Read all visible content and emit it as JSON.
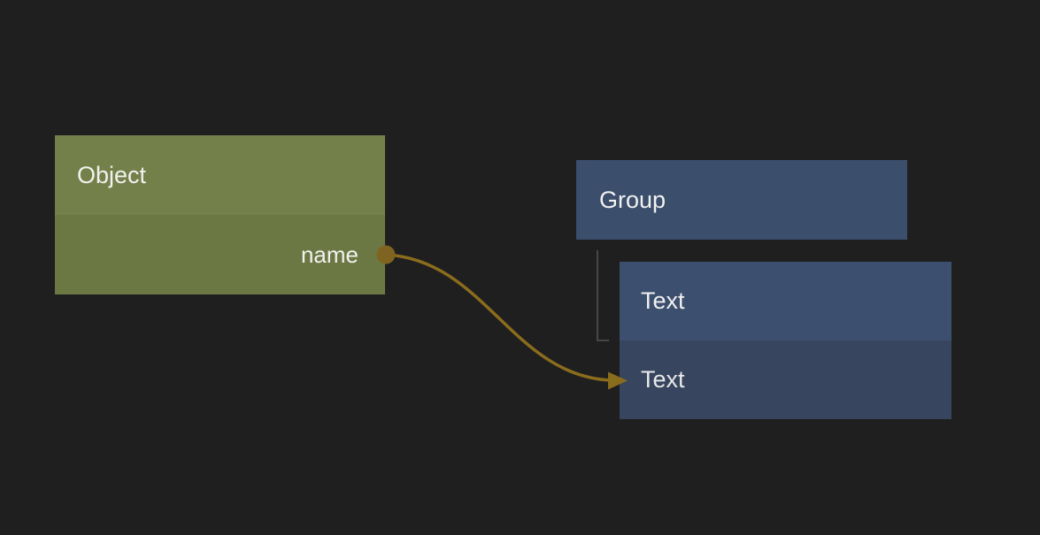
{
  "canvas": {
    "background_color": "#1f1f1f"
  },
  "nodes": {
    "object": {
      "title": "Object",
      "field": "name",
      "header_color": "#74804a",
      "body_color": "#6c7843"
    },
    "group": {
      "title": "Group",
      "header_color": "#3b4e6c"
    },
    "text": {
      "title": "Text",
      "field": "Text",
      "header_color": "#3c4f6e",
      "body_color": "#37455f"
    }
  },
  "connection": {
    "from": "Object.name",
    "to": "Text.Text",
    "wire_color": "#8a6c1d",
    "port_color": "#7f6421"
  },
  "hierarchy_connector": {
    "from": "Group",
    "to": "Text",
    "color": "#474747"
  },
  "text_color": "#f1f1ef"
}
